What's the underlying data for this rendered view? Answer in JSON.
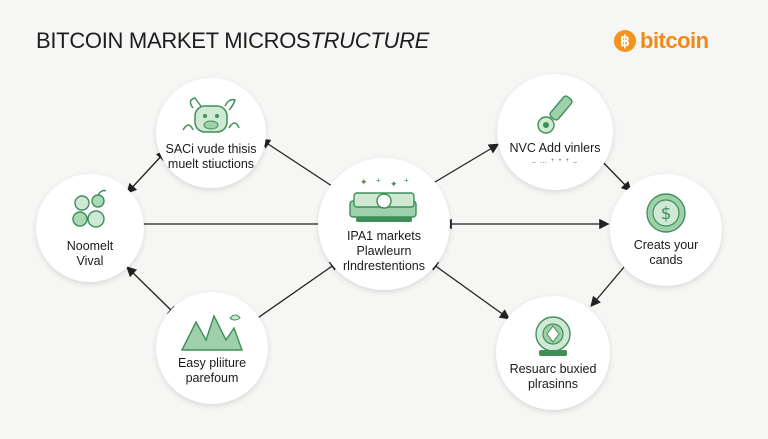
{
  "header": {
    "title_main": "BITCOIN MARKET MICROS",
    "title_italic": "TRUCTURE",
    "brand_symbol": "฿",
    "brand_name": "bitcoin"
  },
  "colors": {
    "accent_green": "#8fcf9e",
    "dark_green": "#3f8f5a",
    "brand_orange": "#f08a1a"
  },
  "nodes": {
    "top_left": {
      "line1": "SACi vude thisis",
      "line2": "muelt stiuctions",
      "icon": "cow-icon"
    },
    "mid_left": {
      "line1": "Noomelt",
      "line2": "Vival",
      "icon": "plant-cluster-icon"
    },
    "bottom_left": {
      "line1": "Easy pliiture",
      "line2": "parefoum",
      "icon": "mountain-icon"
    },
    "center": {
      "line1": "IPA1 markets",
      "line2": "Plawleurn",
      "line3": "rlndrestentions",
      "icon": "money-stack-icon"
    },
    "top_right": {
      "line1": "NVC Add vinlers",
      "line2": "~ ⋯ ꜛ ꜛ ꜛ ~",
      "icon": "brush-icon"
    },
    "mid_right": {
      "line1": "Creats your",
      "line2": "cands",
      "icon": "dollar-coin-icon"
    },
    "bottom_right": {
      "line1": "Resuarc buxied",
      "line2": "plrasinns",
      "icon": "medal-icon"
    }
  }
}
